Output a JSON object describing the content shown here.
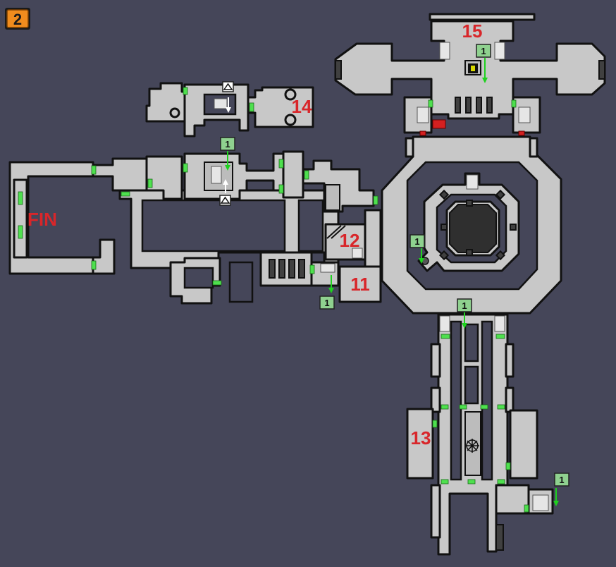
{
  "level_badge": {
    "text": "2",
    "fill": "#f08c1e"
  },
  "room_labels": [
    {
      "id": "fin",
      "text": "FIN"
    },
    {
      "id": "r11",
      "text": "11"
    },
    {
      "id": "r12",
      "text": "12"
    },
    {
      "id": "r13",
      "text": "13"
    },
    {
      "id": "r14",
      "text": "14"
    },
    {
      "id": "r15",
      "text": "15"
    }
  ],
  "markers": [
    {
      "id": "m1",
      "text": "1"
    },
    {
      "id": "m2",
      "text": "1"
    },
    {
      "id": "m3",
      "text": "1"
    },
    {
      "id": "m4",
      "text": "1"
    },
    {
      "id": "m5",
      "text": "1"
    },
    {
      "id": "m6",
      "text": "1"
    }
  ],
  "icons": {
    "marker": "teleport-marker-icon",
    "up_triangle": "up-triangle-icon",
    "door": "green-door-icon",
    "locked_door": "red-door-icon",
    "star": "star-sigil-icon"
  },
  "colors": {
    "background": "#454659",
    "floor": "#c8c8c8",
    "door": "#4ee04e",
    "label": "#d8262a",
    "arrow": "#1fd11f"
  }
}
